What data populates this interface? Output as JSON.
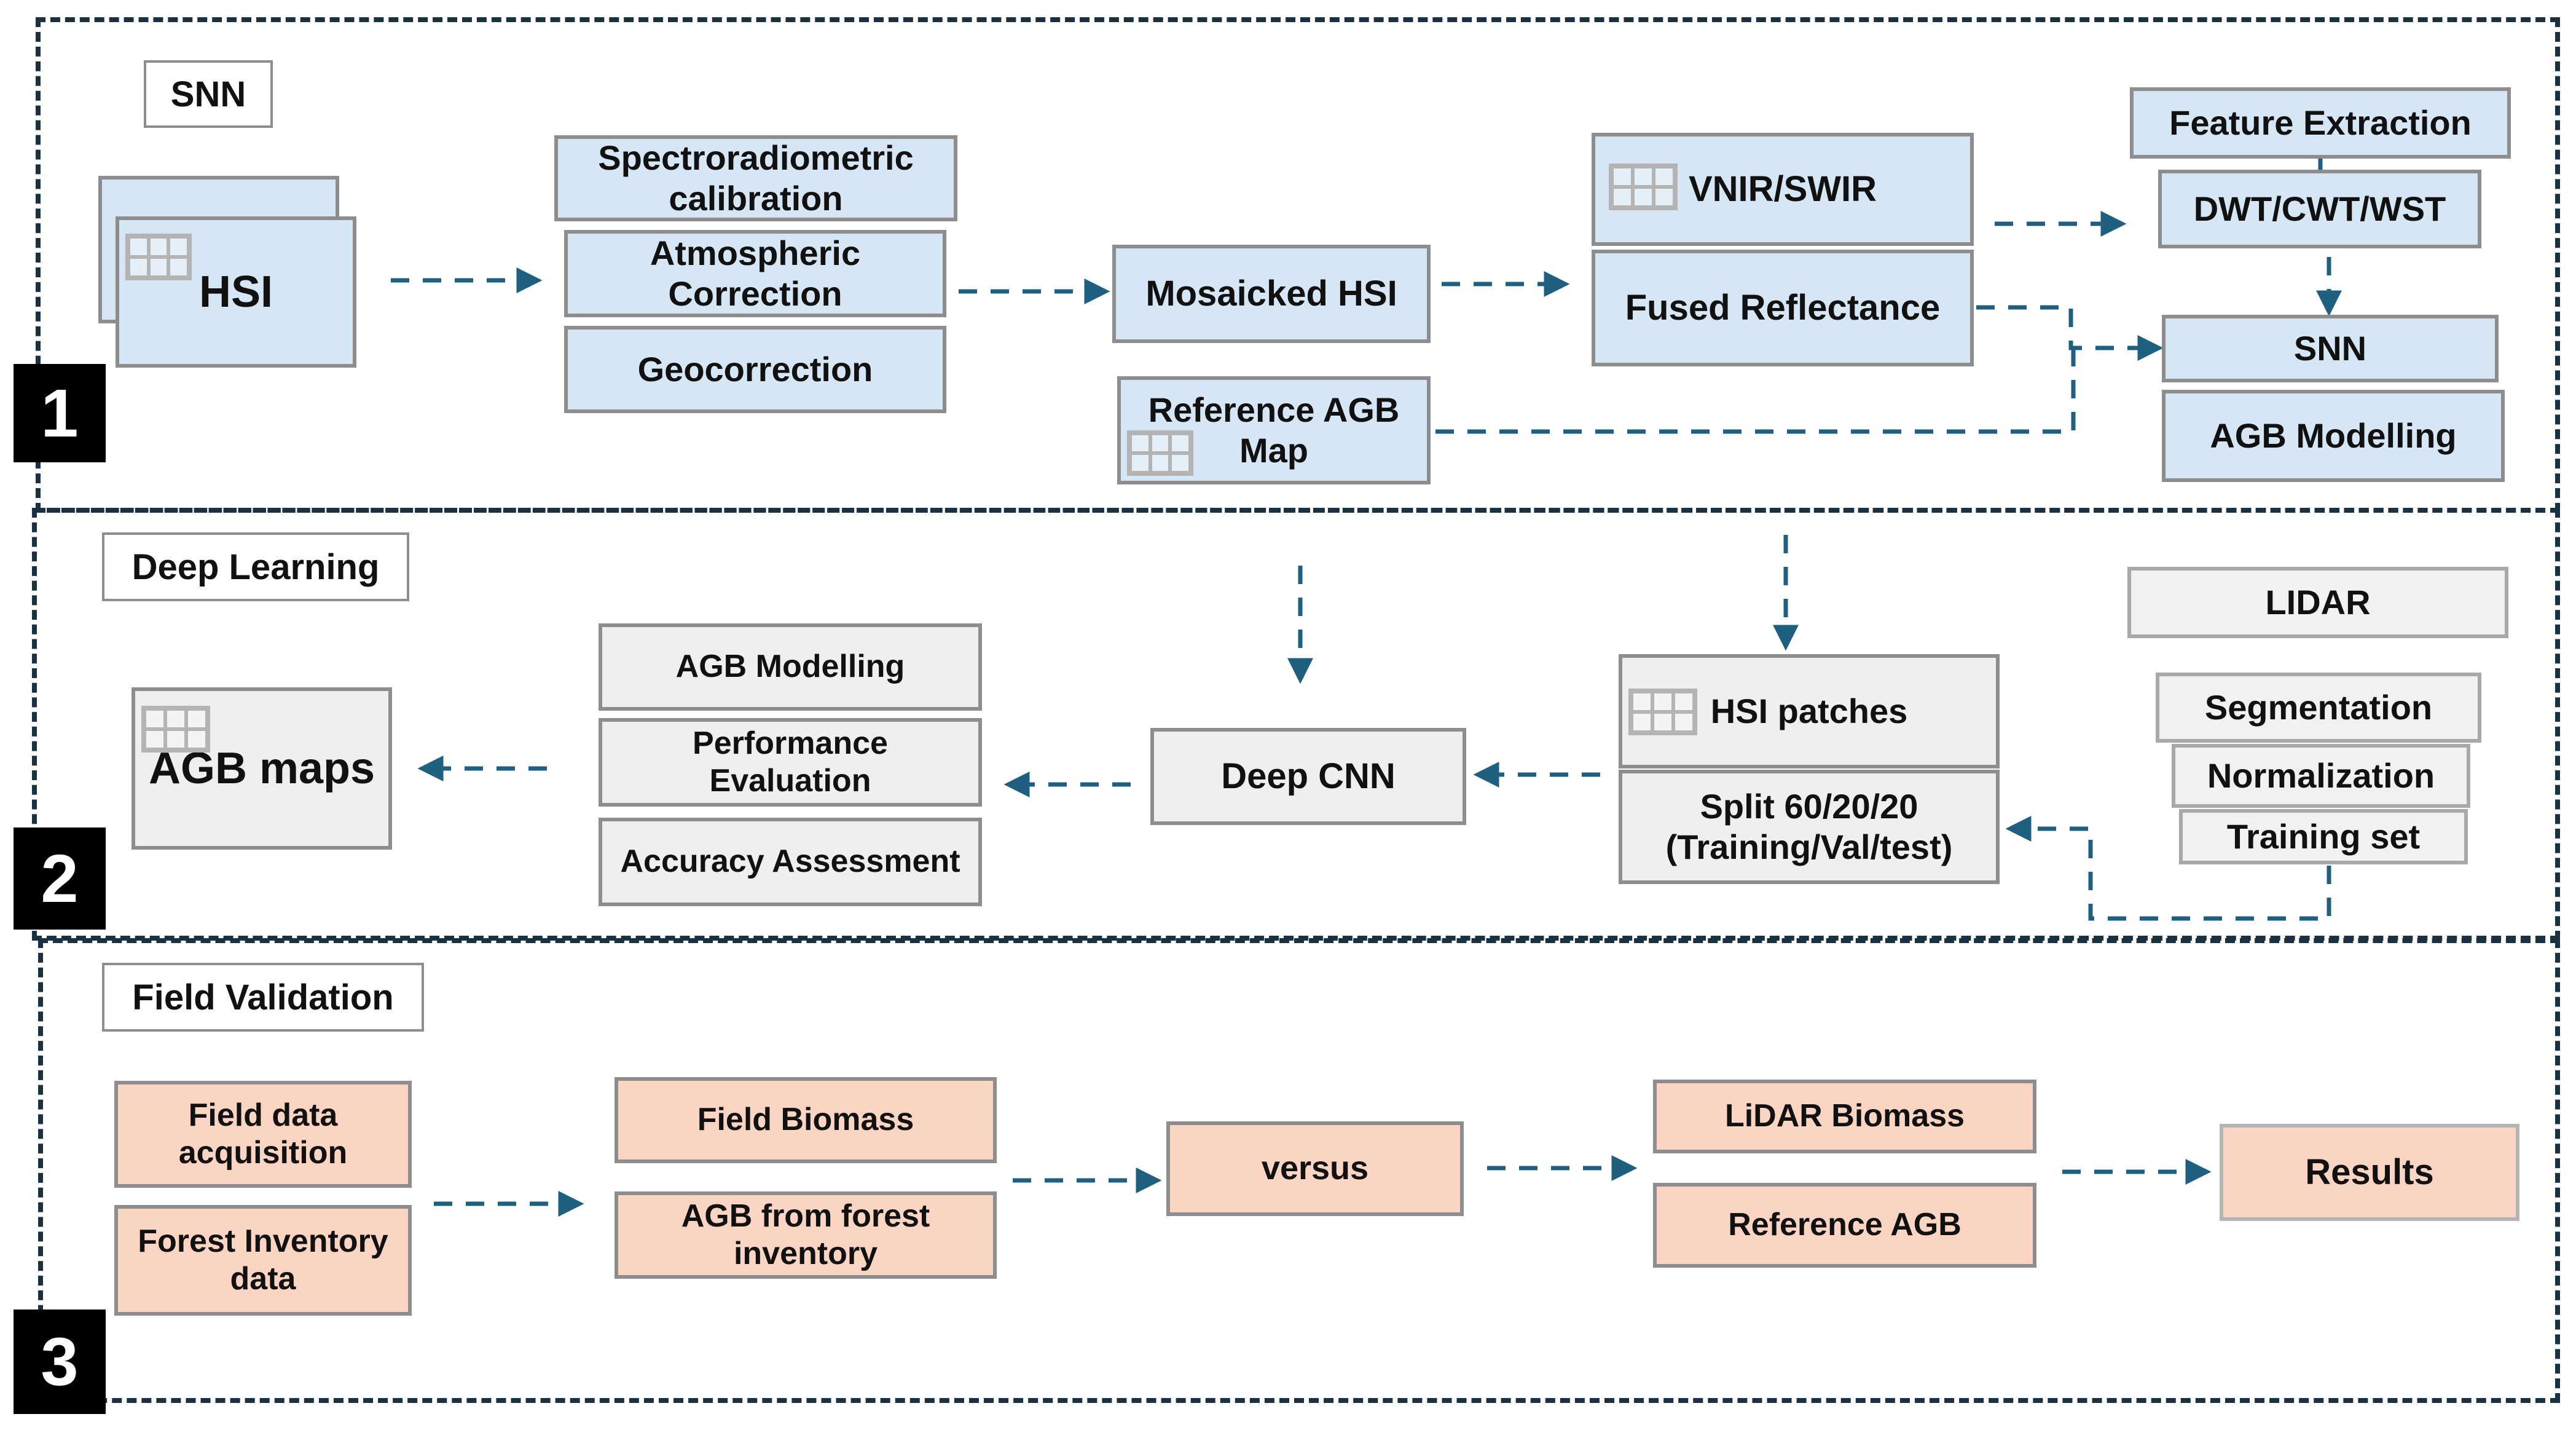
{
  "sections": {
    "s1": {
      "number": "1",
      "title": "SNN"
    },
    "s2": {
      "number": "2",
      "title": "Deep Learning"
    },
    "s3": {
      "number": "3",
      "title": "Field Validation"
    }
  },
  "nodes": {
    "hsi": "HSI",
    "spectro": "Spectroradiometric calibration",
    "atmos": "Atmospheric Correction",
    "geo": "Geocorrection",
    "mosaic": "Mosaicked HSI",
    "refagb": "Reference AGB Map",
    "vnir": "VNIR/SWIR",
    "fused": "Fused Reflectance",
    "feature": "Feature Extraction",
    "dwt": "DWT/CWT/WST",
    "snn": "SNN",
    "agbmod1": "AGB Modelling",
    "agbmaps": "AGB maps",
    "agbmod2": "AGB Modelling",
    "perf": "Performance Evaluation",
    "acc": "Accuracy Assessment",
    "cnn": "Deep CNN",
    "patches": "HSI patches",
    "split": "Split 60/20/20 (Training/Val/test)",
    "lidar": "LIDAR",
    "seg": "Segmentation",
    "norm": "Normalization",
    "train": "Training set",
    "fielddata": "Field data acquisition",
    "forestinv": "Forest Inventory data",
    "fieldbio": "Field Biomass",
    "agbforest": "AGB from forest inventory",
    "versus": "versus",
    "lidarbio": "LiDAR Biomass",
    "refagb2": "Reference AGB",
    "results": "Results"
  },
  "colors": {
    "panel_border": "#1a3142",
    "arrow": "#1f5f7f",
    "blue_fill": "#d7e6f5",
    "gray_fill": "#efefef",
    "orange_fill": "#fbd5c4",
    "box_border": "#8d8d8d"
  },
  "icons": [
    "grid-icon"
  ]
}
